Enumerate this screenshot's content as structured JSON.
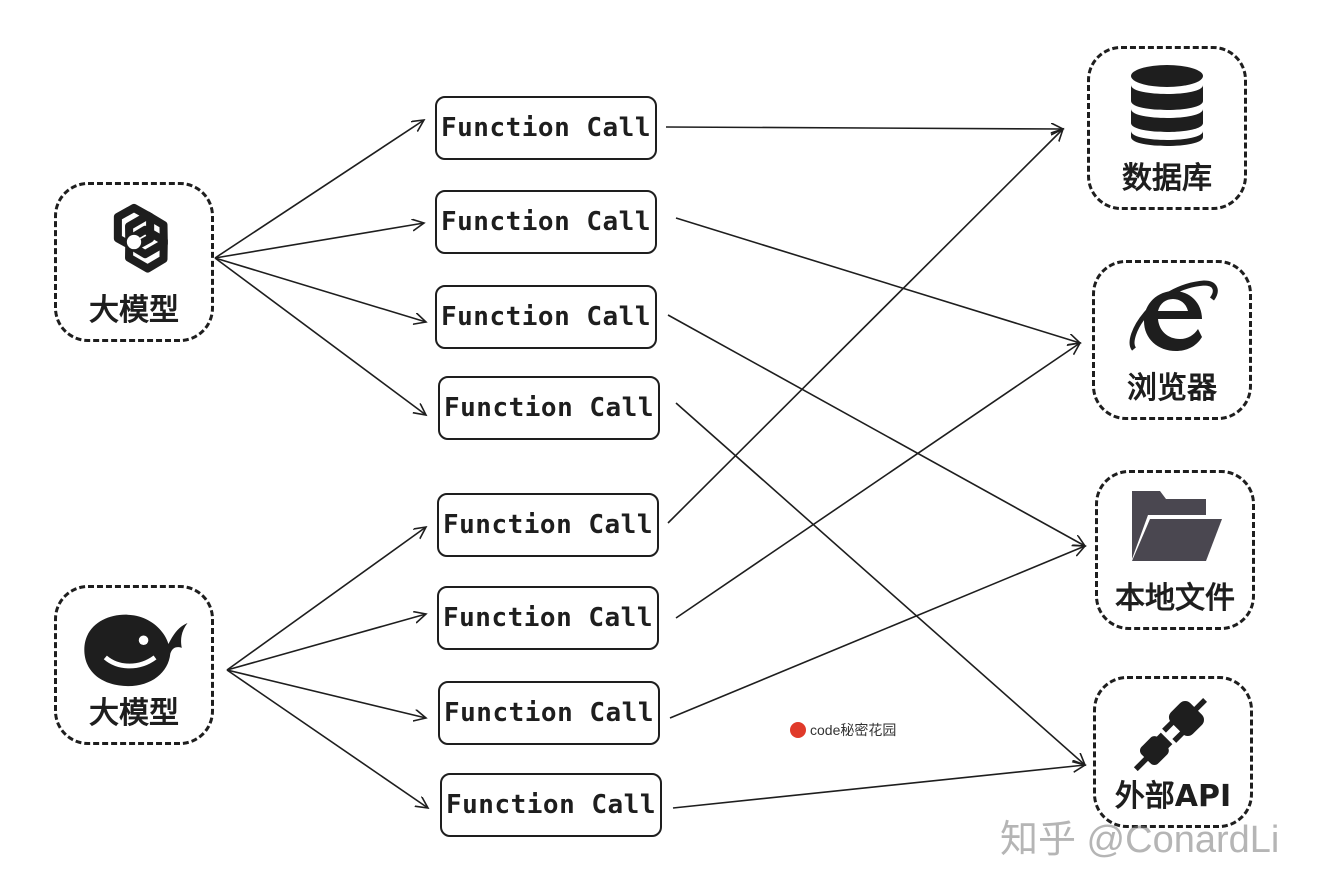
{
  "left_nodes": [
    {
      "label": "大模型",
      "icon": "openai-logo-icon"
    },
    {
      "label": "大模型",
      "icon": "deepseek-whale-icon"
    }
  ],
  "function_calls": [
    "Function Call",
    "Function Call",
    "Function Call",
    "Function Call",
    "Function Call",
    "Function Call",
    "Function Call",
    "Function Call"
  ],
  "right_nodes": [
    {
      "label": "数据库",
      "icon": "database-icon"
    },
    {
      "label": "浏览器",
      "icon": "browser-ie-icon"
    },
    {
      "label": "本地文件",
      "icon": "folder-icon"
    },
    {
      "label": "外部API",
      "icon": "plug-icon"
    }
  ],
  "watermarks": {
    "small": "code秘密花园",
    "large": "知乎 @ConardLi"
  }
}
